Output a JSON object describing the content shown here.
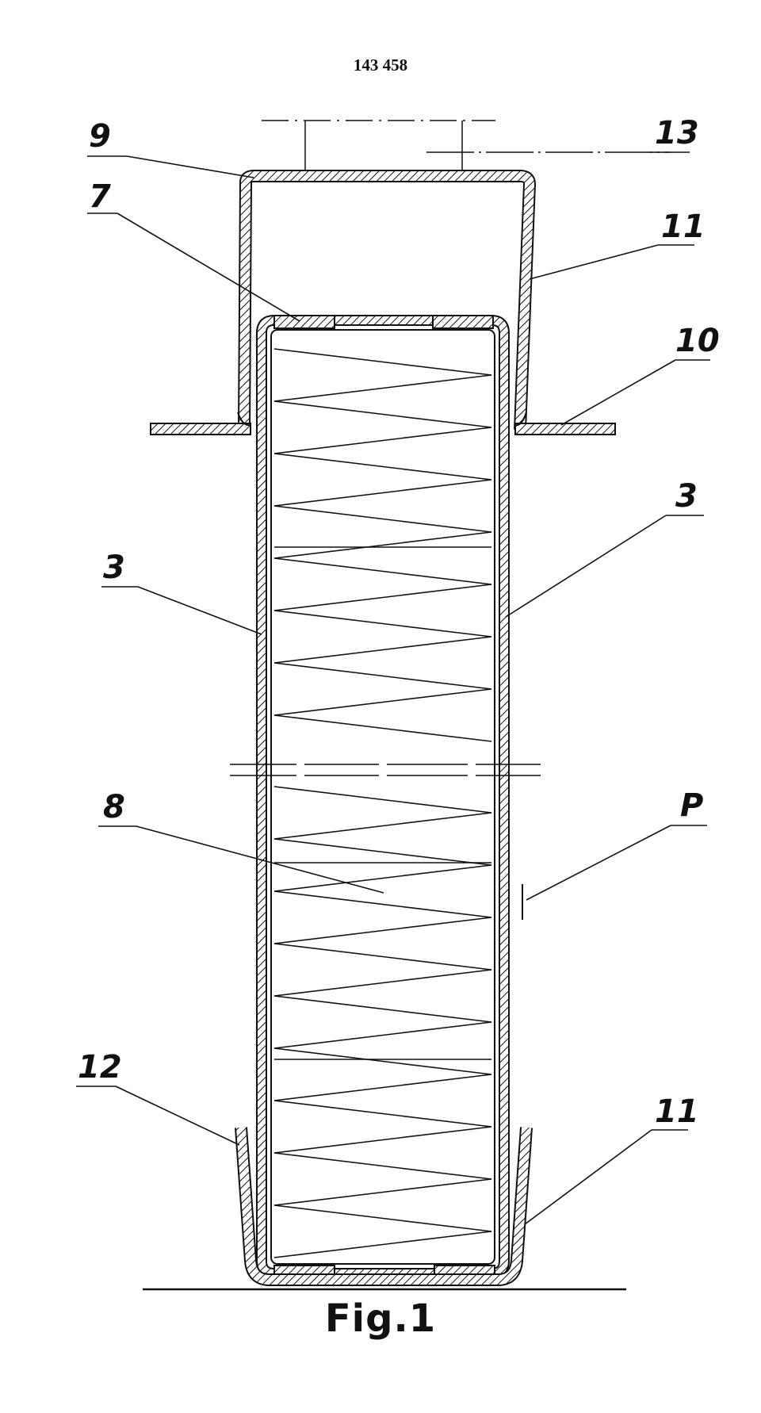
{
  "page_number": "143 458",
  "figure_caption": "Fig.1",
  "callouts": {
    "c9": "9",
    "c7": "7",
    "c13": "13",
    "c11_top": "11",
    "c10": "10",
    "c3_right": "3",
    "c3_left": "3",
    "c8": "8",
    "cP": "P",
    "c12": "12",
    "c11_bottom": "11"
  },
  "colors": {
    "ink": "#111111",
    "paper": "#ffffff"
  }
}
